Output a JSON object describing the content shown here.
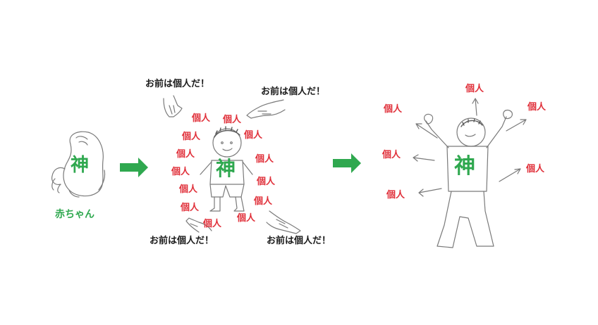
{
  "baby_label": "赤ちゃん",
  "god_kanji": "神",
  "individual_word": "個人",
  "speech_text": "お前は個人だ！",
  "colors": {
    "kojin_red": "#e0303a",
    "kami_green": "#2fa84f",
    "arrow_green": "#2fa84f",
    "sketch_gray": "#7a7a7a"
  }
}
